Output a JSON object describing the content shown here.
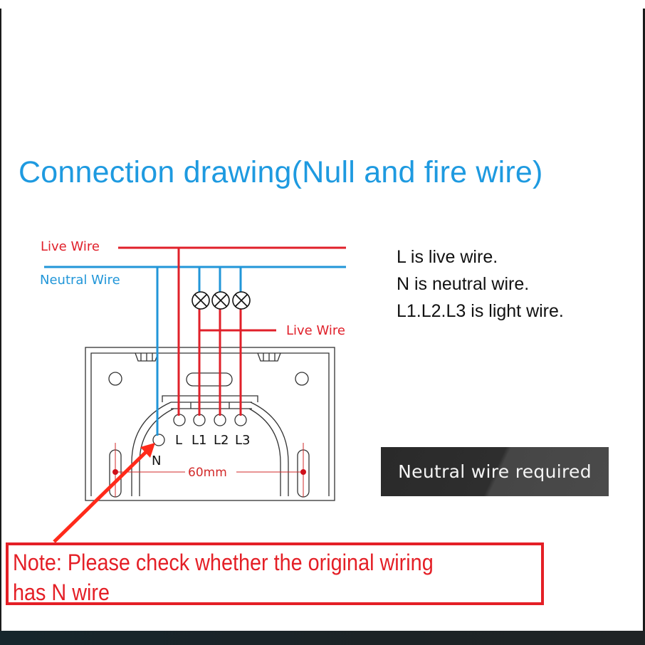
{
  "title": "Connection drawing(Null and fire wire)",
  "diagram": {
    "live_wire_label": "Live Wire",
    "neutral_wire_label": "Neutral Wire",
    "live_wire_label_2": "Live Wire",
    "terminals": [
      "N",
      "L",
      "L1",
      "L2",
      "L3"
    ],
    "dimension_label": "60mm",
    "colors": {
      "live": "#e0202a",
      "neutral": "#2196d8",
      "outline": "#333333"
    }
  },
  "legend": {
    "lines": [
      "L is live wire.",
      "N is neutral wire.",
      "L1.L2.L3 is light wire."
    ]
  },
  "badge": {
    "text": "Neutral wire required"
  },
  "note": {
    "line1": "Note: Please check whether the original wiring",
    "line2": "has N wire",
    "color": "#e41f26"
  }
}
